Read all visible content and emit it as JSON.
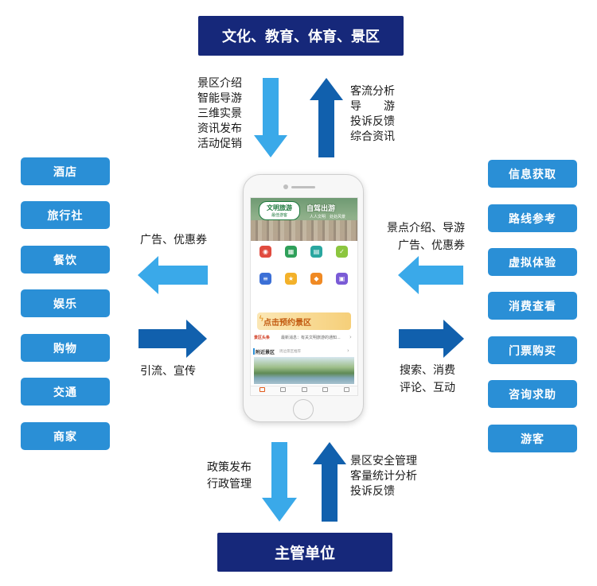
{
  "top_box": "文化、教育、体育、景区",
  "bottom_box": "主管单位",
  "top_down_labels": [
    "景区介绍",
    "智能导游",
    "三维实景",
    "资讯发布",
    "活动促销"
  ],
  "top_up_labels": [
    "客流分析",
    "导　　游",
    "投诉反馈",
    "综合资讯"
  ],
  "left_items": [
    "酒店",
    "旅行社",
    "餐饮",
    "娱乐",
    "购物",
    "交通",
    "商家"
  ],
  "right_items": [
    "信息获取",
    "路线参考",
    "虚拟体验",
    "消费查看",
    "门票购买",
    "咨询求助",
    "游客"
  ],
  "left_arrow_in_label": "广告、优惠券",
  "left_arrow_out_label": "引流、宣传",
  "right_arrow_in_labels": [
    "景点介绍、导游",
    "广告、优惠券"
  ],
  "right_arrow_out_labels": [
    "搜索、消费",
    "评论、互动"
  ],
  "bottom_down_labels": [
    "政策发布",
    "行政管理"
  ],
  "bottom_up_labels": [
    "景区安全管理",
    "客量统计分析",
    "投诉反馈"
  ],
  "phone": {
    "banner_logo": "文明旅游",
    "banner_logo_sub": "最佳游客",
    "banner_slogan": "自驾出游",
    "banner_slogan2": "人人文明　处处风景",
    "reserve_label": "点击预约景区",
    "news_tag": "景区头条",
    "news_text": "最新消息：有关文明旅游的通知...",
    "section_title": "附近景区",
    "section_sub": "周边景区推荐"
  },
  "colors": {
    "navy": "#16287a",
    "light_blue": "#2a8fd6",
    "arrow_light": "#3aa9e9",
    "arrow_dark": "#1160ad"
  }
}
